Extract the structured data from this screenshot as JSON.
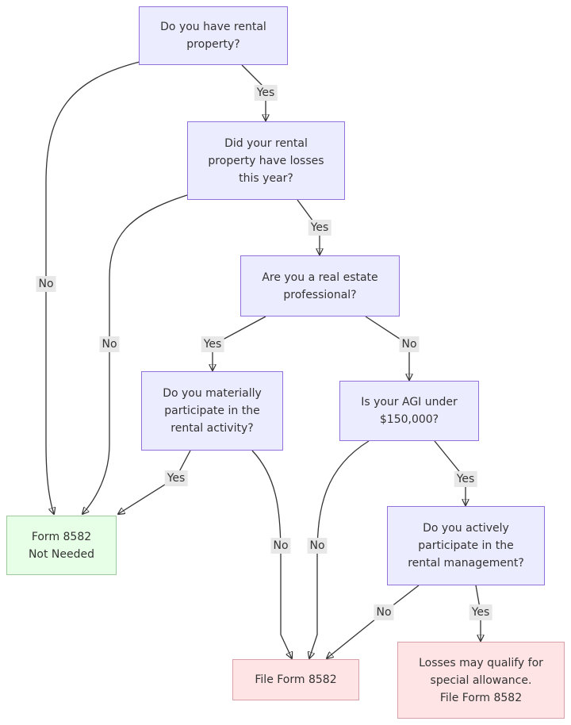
{
  "nodes": {
    "q_rental": "Do you have rental\nproperty?",
    "q_losses": "Did your rental\nproperty have losses\nthis year?",
    "q_professional": "Are you a real estate\nprofessional?",
    "q_material": "Do you materially\nparticipate in the\nrental activity?",
    "q_agi": "Is your AGI under\n$150,000?",
    "q_active": "Do you actively\nparticipate in the\nrental management?",
    "r_not_needed": "Form 8582\nNot Needed",
    "r_file": "File Form 8582",
    "r_allowance": "Losses may qualify for\nspecial allowance.\nFile Form 8582"
  },
  "edges": {
    "rental_yes": "Yes",
    "rental_no": "No",
    "losses_yes": "Yes",
    "losses_no": "No",
    "professional_yes": "Yes",
    "professional_no": "No",
    "material_yes": "Yes",
    "material_no": "No",
    "agi_yes": "Yes",
    "agi_no": "No",
    "active_yes": "Yes",
    "active_no": "No"
  },
  "colors": {
    "decision_fill": "#ececff",
    "decision_border": "#9370db",
    "not_needed_fill": "#e6ffe6",
    "file_fill": "#ffe4e6",
    "edge_label_bg": "#e8e8e8",
    "line": "#333333"
  }
}
